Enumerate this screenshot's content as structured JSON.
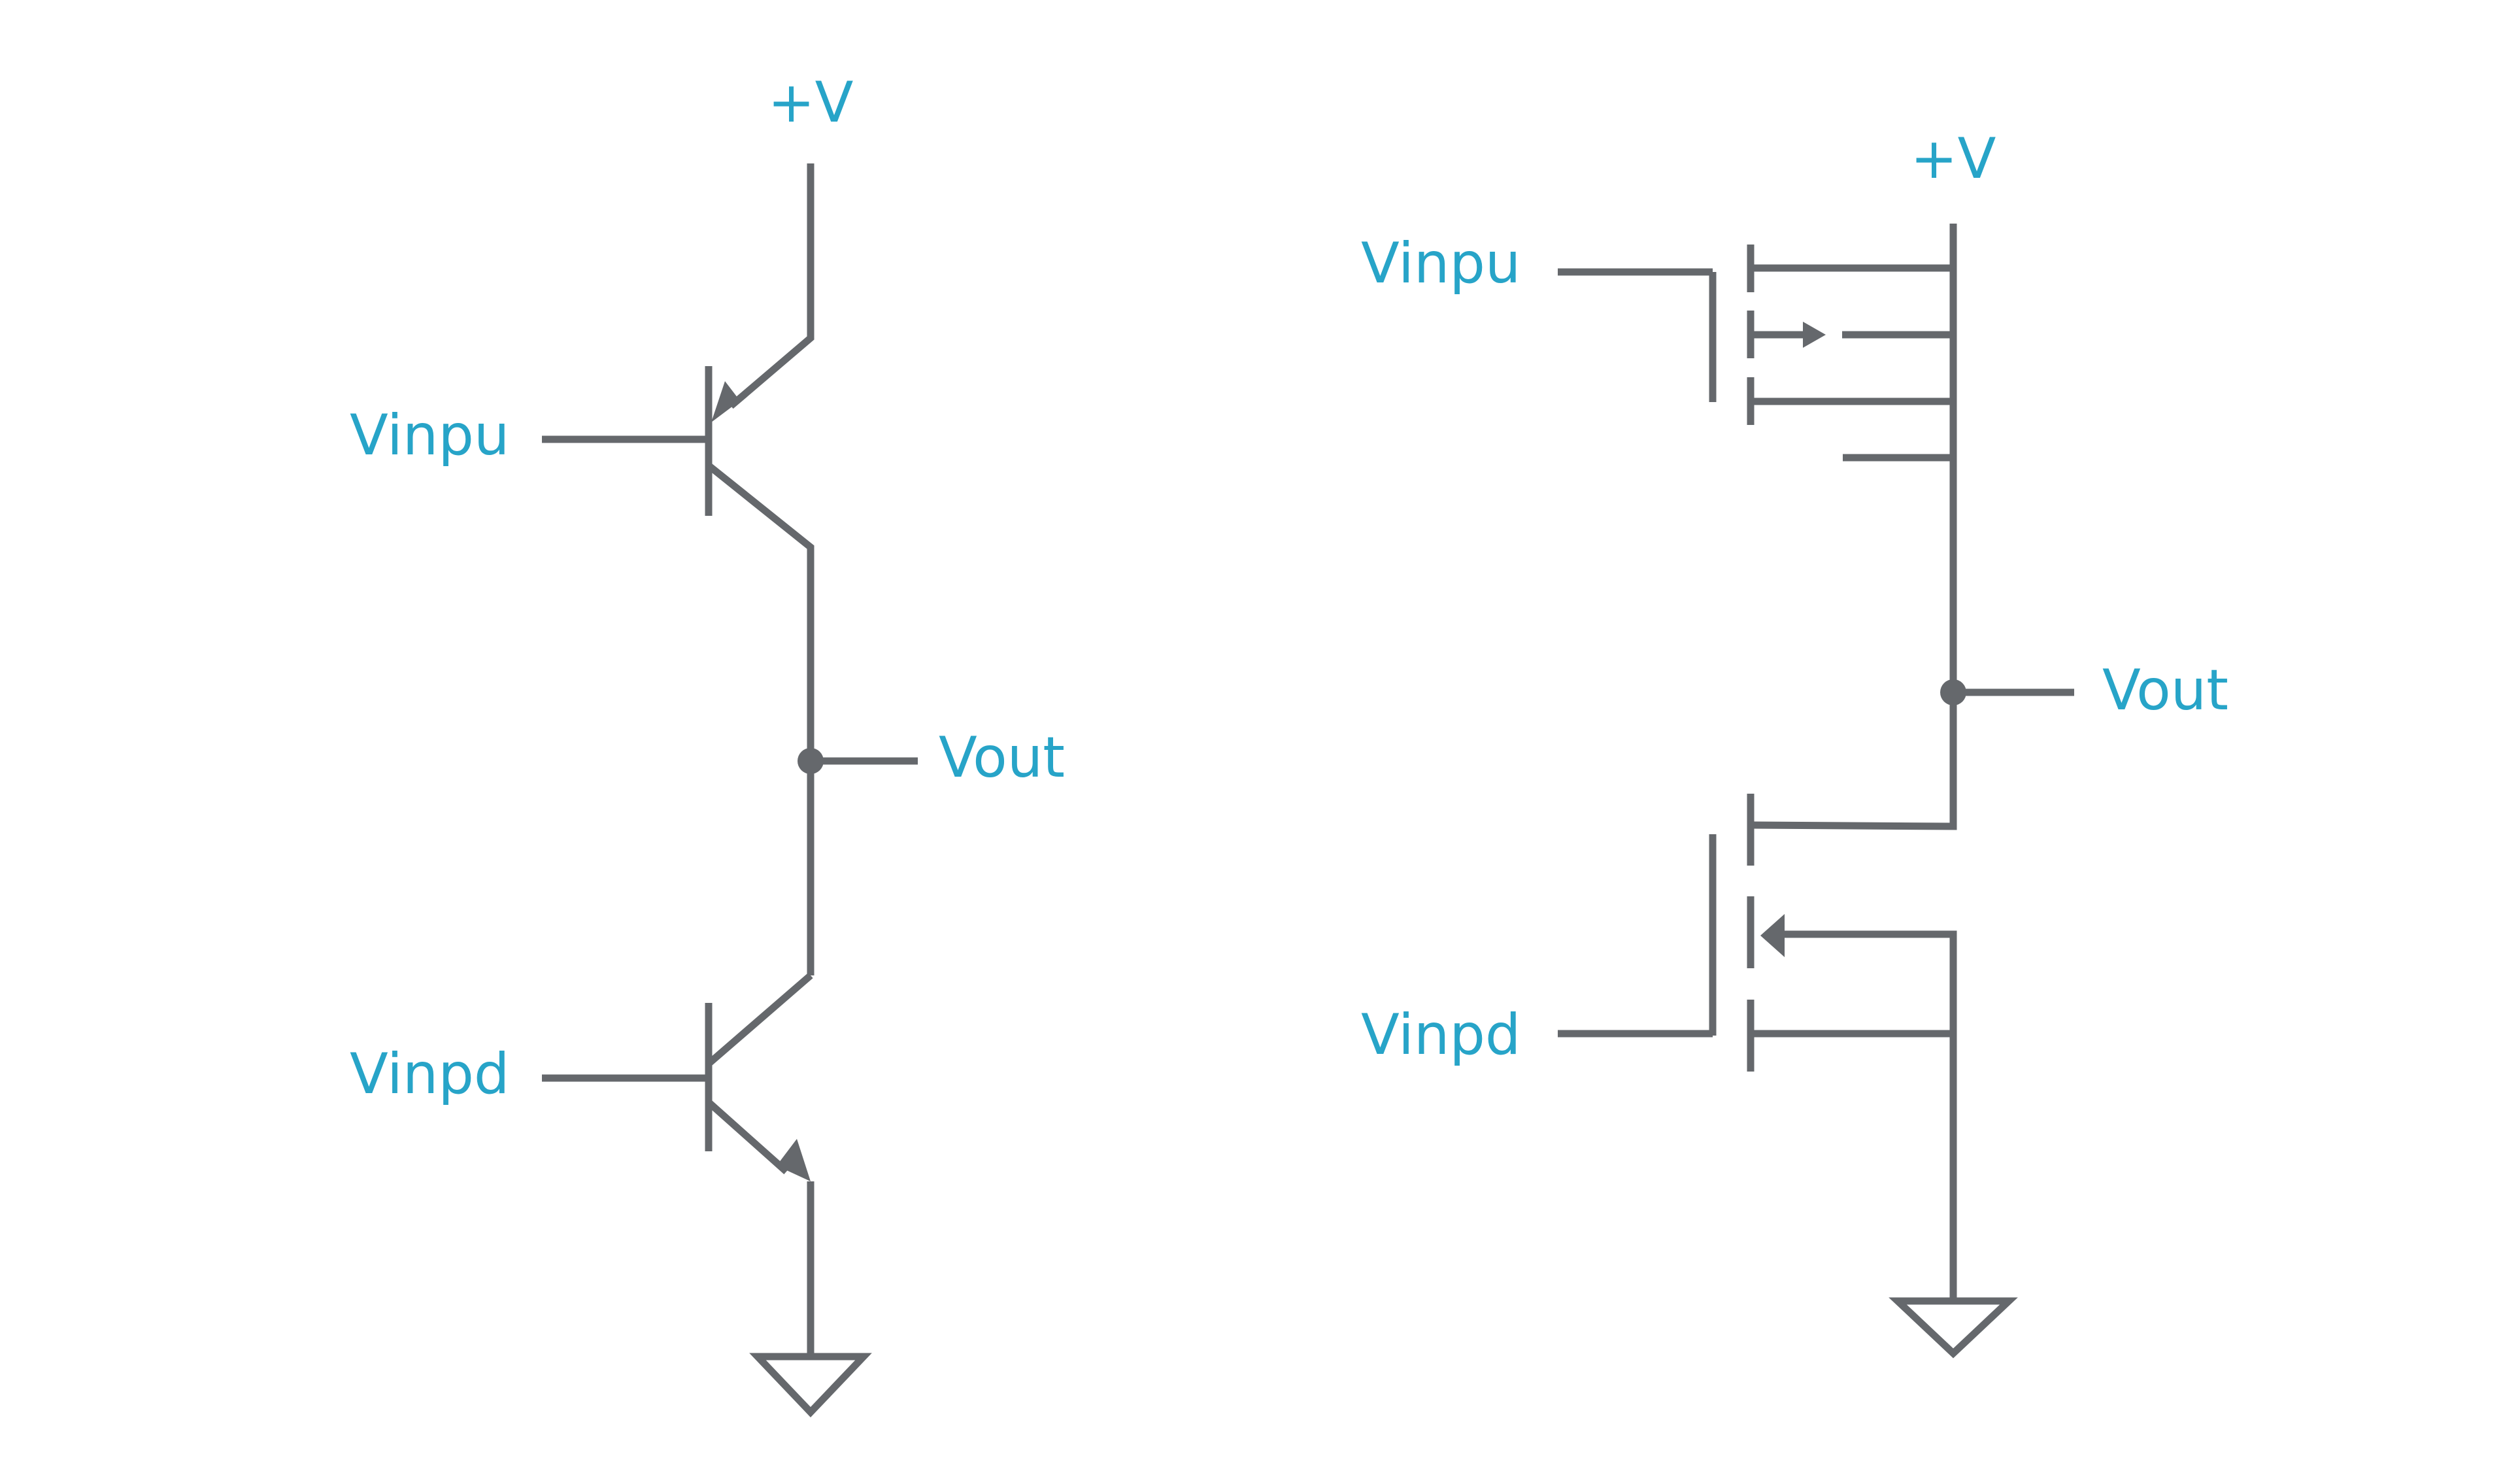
{
  "diagram": {
    "type": "push-pull output stage schematics",
    "colors": {
      "wire": "#65686c",
      "label": "#27a4c8",
      "background": "#ffffff"
    },
    "left_circuit": {
      "name": "BJT totem-pole",
      "supply_label": "+V",
      "pull_up_input_label": "Vinpu",
      "pull_down_input_label": "Vinpd",
      "output_label": "Vout",
      "pull_up_device": "PNP transistor",
      "pull_down_device": "NPN transistor",
      "ground": "ground-symbol"
    },
    "right_circuit": {
      "name": "MOSFET totem-pole",
      "supply_label": "+V",
      "pull_up_input_label": "Vinpu",
      "pull_down_input_label": "Vinpd",
      "output_label": "Vout",
      "pull_up_device": "P-channel MOSFET",
      "pull_down_device": "N-channel MOSFET",
      "ground": "ground-symbol"
    }
  }
}
